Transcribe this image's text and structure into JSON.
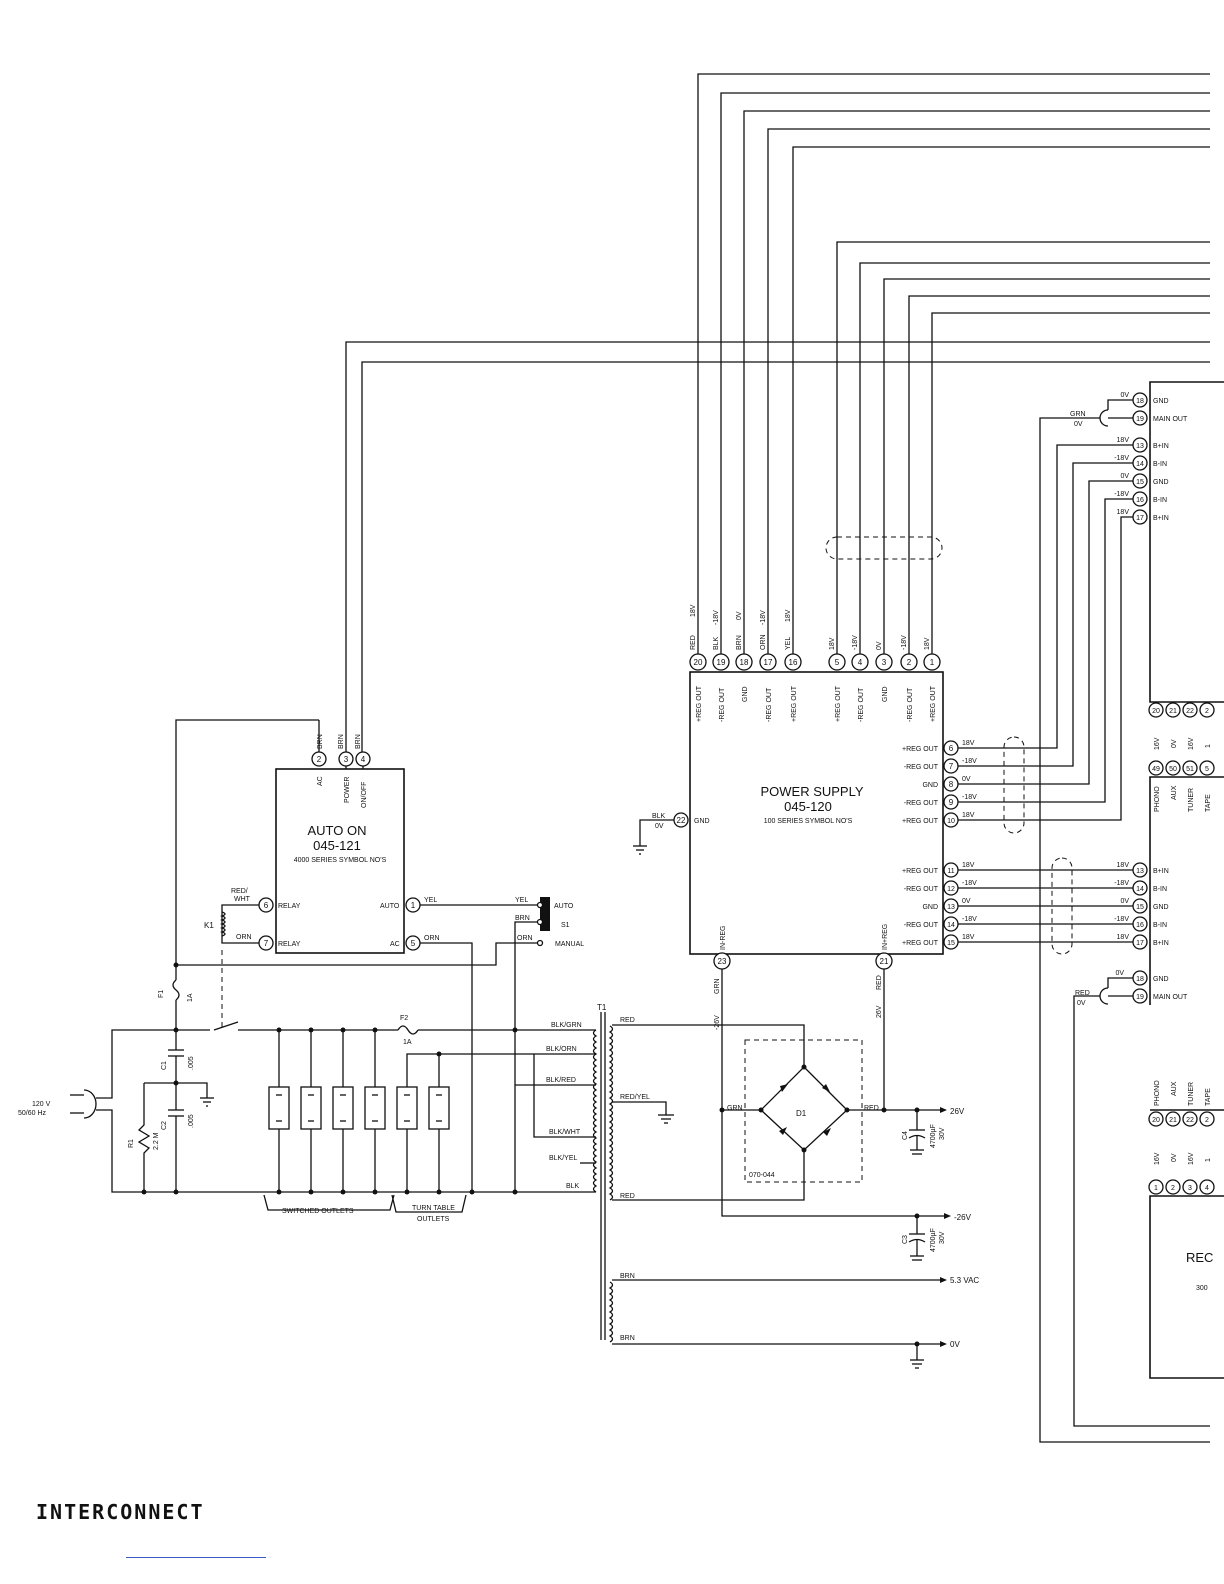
{
  "footer": {
    "title": "INTERCONNECT"
  },
  "auto_on": {
    "title": "AUTO ON",
    "part": "045-121",
    "note": "4000 SERIES SYMBOL NO'S",
    "top_pins": [
      {
        "num": "2",
        "label": "AC",
        "wire": "BRN"
      },
      {
        "num": "3",
        "label": "POWER",
        "wire": "BRN"
      },
      {
        "num": "4",
        "label": "ON/OFF",
        "wire": "BRN"
      }
    ],
    "left_pins": [
      {
        "num": "6",
        "label": "RELAY"
      },
      {
        "num": "7",
        "label": "RELAY"
      }
    ],
    "right_pins": [
      {
        "num": "1",
        "label": "AUTO",
        "wire": "YEL"
      },
      {
        "num": "5",
        "label": "AC",
        "wire": "ORN"
      }
    ],
    "k1": "K1",
    "k1_wire_top": "RED/",
    "k1_wire_bot": "WHT",
    "k1_wire_orn": "ORN"
  },
  "switch_s1": {
    "name": "S1",
    "auto": "AUTO",
    "manual": "MANUAL",
    "w1": "YEL",
    "w2": "BRN",
    "w3": "ORN"
  },
  "power_supply": {
    "title": "POWER SUPPLY",
    "part": "045-120",
    "note": "100 SERIES SYMBOL NO'S",
    "top_pins": [
      {
        "num": "20",
        "wire": "RED",
        "v": "18V",
        "label": "+REG OUT"
      },
      {
        "num": "19",
        "wire": "BLK",
        "v": "-18V",
        "label": "-REG OUT"
      },
      {
        "num": "18",
        "wire": "BRN",
        "v": "0V",
        "label": "GND"
      },
      {
        "num": "17",
        "wire": "ORN",
        "v": "-18V",
        "label": "-REG OUT"
      },
      {
        "num": "16",
        "wire": "YEL",
        "v": "18V",
        "label": "+REG OUT"
      },
      {
        "num": "5",
        "wire": "",
        "v": "18V",
        "label": "+REG OUT"
      },
      {
        "num": "4",
        "wire": "",
        "v": "-18V",
        "label": "-REG OUT"
      },
      {
        "num": "3",
        "wire": "",
        "v": "0V",
        "label": "GND"
      },
      {
        "num": "2",
        "wire": "",
        "v": "-18V",
        "label": "-REG OUT"
      },
      {
        "num": "1",
        "wire": "",
        "v": "18V",
        "label": "+REG OUT"
      }
    ],
    "right_pins_a": [
      {
        "num": "6",
        "label": "+REG OUT",
        "v": "18V"
      },
      {
        "num": "7",
        "label": "-REG OUT",
        "v": "-18V"
      },
      {
        "num": "8",
        "label": "GND",
        "v": "0V"
      },
      {
        "num": "9",
        "label": "-REG OUT",
        "v": "-18V"
      },
      {
        "num": "10",
        "label": "+REG OUT",
        "v": "18V"
      }
    ],
    "right_pins_b": [
      {
        "num": "11",
        "label": "+REG OUT",
        "v": "18V"
      },
      {
        "num": "12",
        "label": "-REG OUT",
        "v": "-18V"
      },
      {
        "num": "13",
        "label": "GND",
        "v": "0V"
      },
      {
        "num": "14",
        "label": "-REG OUT",
        "v": "-18V"
      },
      {
        "num": "15",
        "label": "+REG OUT",
        "v": "18V"
      }
    ],
    "gnd_pin": {
      "num": "22",
      "label": "GND",
      "wire": "BLK",
      "v": "0V"
    },
    "in_reg_l": {
      "num": "23",
      "label": "IN-REG",
      "wire": "GRN",
      "v": "-26V"
    },
    "in_reg_r": {
      "num": "21",
      "label": "IN+REG",
      "wire": "RED",
      "v": "26V"
    }
  },
  "module_upper": {
    "pins": [
      {
        "num": "18",
        "v": "0V",
        "label": "GND"
      },
      {
        "num": "19",
        "v": "",
        "label": "MAIN OUT"
      },
      {
        "num": "13",
        "v": "18V",
        "label": "B+IN"
      },
      {
        "num": "14",
        "v": "-18V",
        "label": "B-IN"
      },
      {
        "num": "15",
        "v": "0V",
        "label": "GND"
      },
      {
        "num": "16",
        "v": "-18V",
        "label": "B-IN"
      },
      {
        "num": "17",
        "v": "18V",
        "label": "B+IN"
      }
    ],
    "bottom_pins": [
      "20",
      "21",
      "22",
      "2"
    ],
    "bottom_pins_2": [
      "49",
      "50",
      "51",
      "5"
    ],
    "bottom_volts": [
      "16V",
      "0V",
      "16V",
      "1"
    ],
    "inputs": [
      "PHONO",
      "AUX",
      "TUNER",
      "TAPE"
    ],
    "grn": "GRN",
    "ov": "0V"
  },
  "module_lower": {
    "pins": [
      {
        "num": "13",
        "v": "18V",
        "label": "B+IN"
      },
      {
        "num": "14",
        "v": "-18V",
        "label": "B-IN"
      },
      {
        "num": "15",
        "v": "0V",
        "label": "GND"
      },
      {
        "num": "16",
        "v": "-18V",
        "label": "B-IN"
      },
      {
        "num": "17",
        "v": "18V",
        "label": "B+IN"
      },
      {
        "num": "18",
        "v": "0V",
        "label": "GND"
      },
      {
        "num": "19",
        "v": "",
        "label": "MAIN OUT"
      }
    ],
    "red": "RED",
    "ov": "0V",
    "inputs": [
      "PHONO",
      "AUX",
      "TUNER",
      "TAPE"
    ],
    "bottom_pins": [
      "20",
      "21",
      "22",
      "2"
    ],
    "bottom_pins_2": [
      "1",
      "2",
      "3",
      "4"
    ],
    "bottom_volts": [
      "16V",
      "0V",
      "16V",
      "1"
    ],
    "rec_label": "REC",
    "rec_num": "300"
  },
  "line_input": {
    "voltage": "120 V",
    "freq": "50/60 Hz"
  },
  "components": {
    "f1": "F1",
    "f1_val": "1A",
    "f2": "F2",
    "f2_val": "1A",
    "c1": "C1",
    "c1_val": ".005",
    "c2": "C2",
    "c2_val": ".005",
    "r1": "R1",
    "r1_val": "2.2 M",
    "switched": "SWITCHED OUTLETS",
    "turntable_1": "TURN TABLE",
    "turntable_2": "OUTLETS",
    "t1": "T1",
    "t1_left": [
      "BLK/GRN",
      "BLK/ORN",
      "BLK/RED",
      "BLK/WHT",
      "BLK/YEL",
      "BLK"
    ],
    "t1_right_top": "RED",
    "t1_right_mid": "RED/YEL",
    "t1_right_bot": "RED",
    "t1_brn_top": "BRN",
    "t1_brn_bot": "BRN",
    "d1": "D1",
    "d1_part": "070-044",
    "d1_grn": "GRN",
    "d1_red": "RED",
    "c4": "C4",
    "c4_val": "4700µF",
    "c4_v": "30V",
    "c3": "C3",
    "c3_val": "4700µF",
    "c3_v": "30V",
    "out_26v_pos": "26V",
    "out_26v_neg": "-26V",
    "out_ac": "5.3 VAC",
    "out_0v": "0V"
  }
}
